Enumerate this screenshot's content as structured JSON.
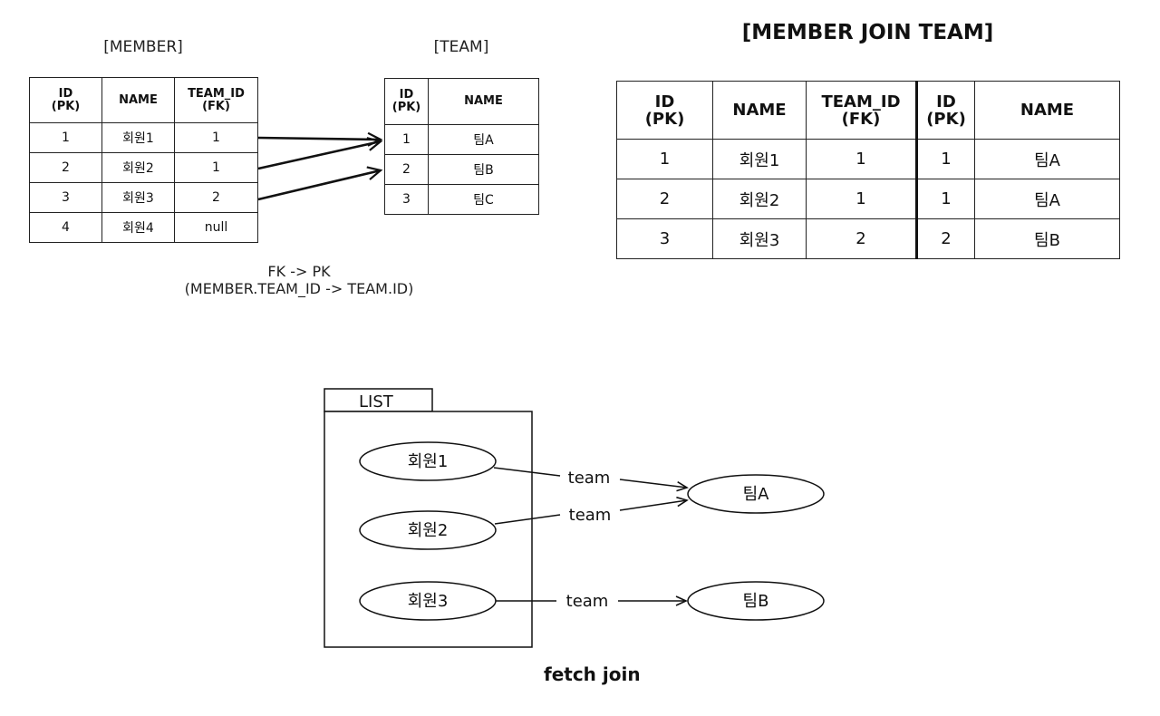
{
  "member_table": {
    "caption": "[MEMBER]",
    "headers": [
      "ID\n(PK)",
      "NAME",
      "TEAM_ID\n(FK)"
    ],
    "rows": [
      [
        "1",
        "회원1",
        "1"
      ],
      [
        "2",
        "회원2",
        "1"
      ],
      [
        "3",
        "회원3",
        "2"
      ],
      [
        "4",
        "회원4",
        "null"
      ]
    ]
  },
  "team_table": {
    "caption": "[TEAM]",
    "headers": [
      "ID\n(PK)",
      "NAME"
    ],
    "rows": [
      [
        "1",
        "팀A"
      ],
      [
        "2",
        "팀B"
      ],
      [
        "3",
        "팀C"
      ]
    ]
  },
  "fk_note": {
    "line1": "FK -> PK",
    "line2": "(MEMBER.TEAM_ID -> TEAM.ID)"
  },
  "join_table": {
    "title": "[MEMBER JOIN TEAM]",
    "headers": [
      "ID\n(PK)",
      "NAME",
      "TEAM_ID\n(FK)",
      "ID\n(PK)",
      "NAME"
    ],
    "rows": [
      [
        "1",
        "회원1",
        "1",
        "1",
        "팀A"
      ],
      [
        "2",
        "회원2",
        "1",
        "1",
        "팀A"
      ],
      [
        "3",
        "회원3",
        "2",
        "2",
        "팀B"
      ]
    ]
  },
  "object_graph": {
    "list_label": "LIST",
    "members": [
      "회원1",
      "회원2",
      "회원3"
    ],
    "teams": [
      "팀A",
      "팀B"
    ],
    "edge_label": "team",
    "caption": "fetch join"
  }
}
